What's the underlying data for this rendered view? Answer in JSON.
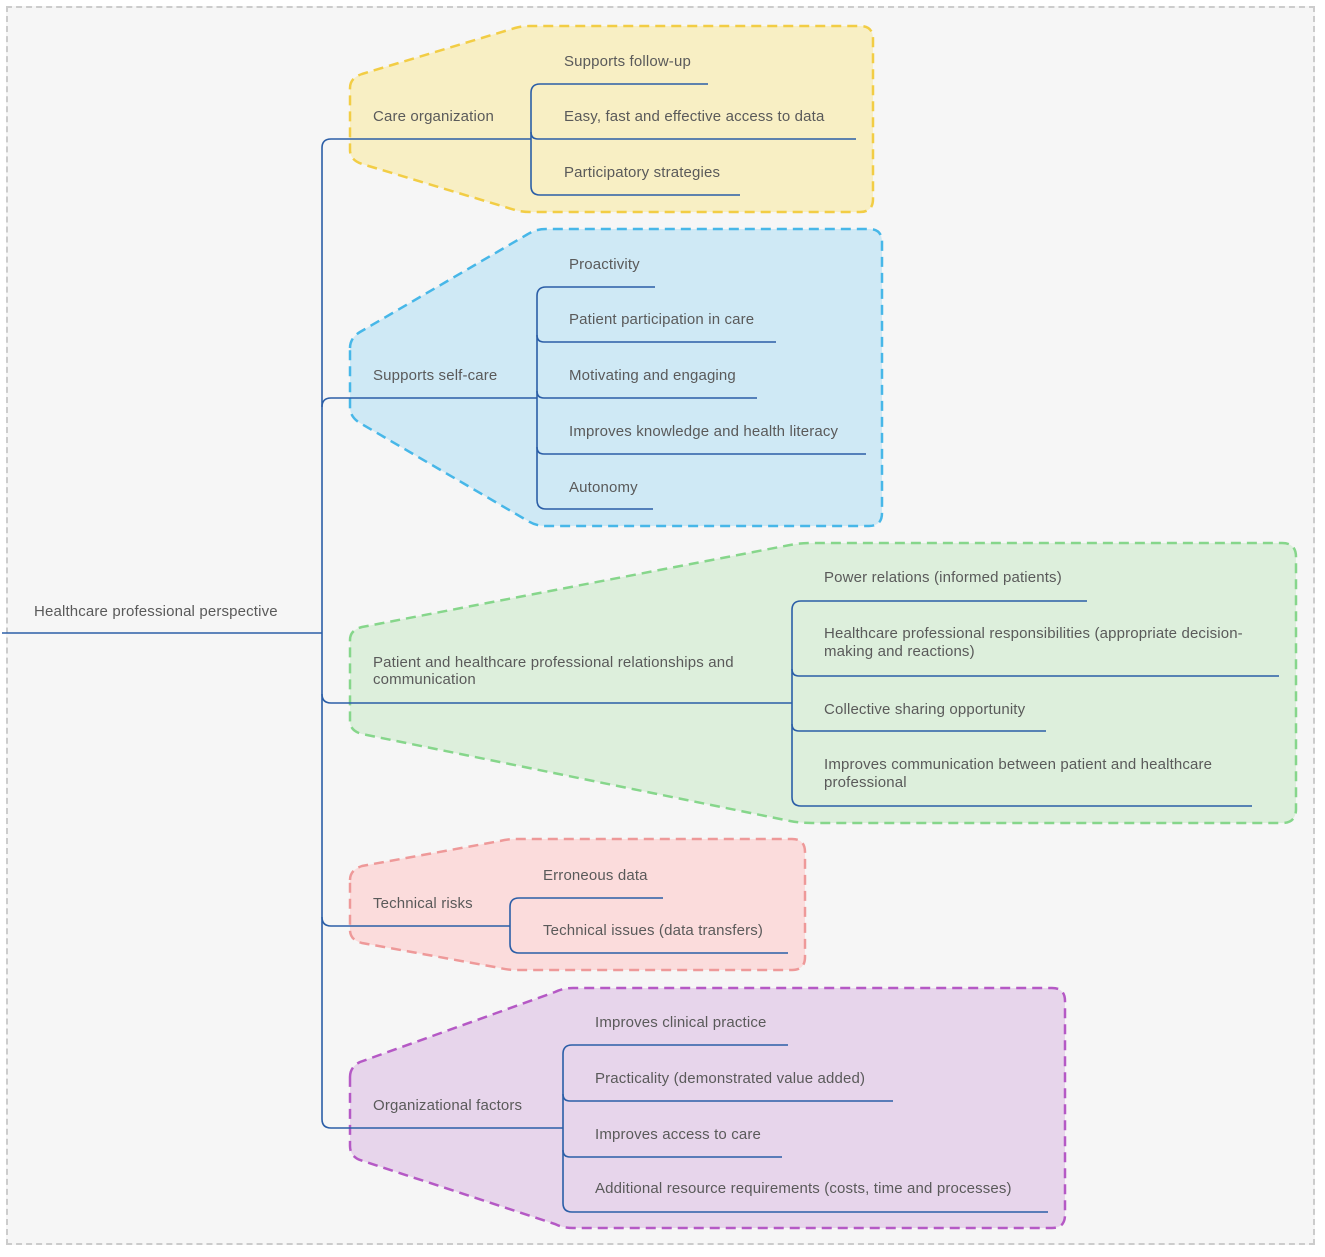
{
  "root": {
    "label": "Healthcare professional perspective"
  },
  "groups": [
    {
      "label": "Care organization",
      "colors": {
        "fill": "#f8efc4",
        "stroke": "#f2cd45"
      },
      "items": [
        "Supports follow-up",
        "Easy, fast and effective access to data",
        "Participatory strategies"
      ]
    },
    {
      "label": "Supports self-care",
      "colors": {
        "fill": "#cfe9f5",
        "stroke": "#47b7e8"
      },
      "items": [
        "Proactivity",
        "Patient participation in care",
        "Motivating and engaging",
        "Improves knowledge and health literacy",
        "Autonomy"
      ]
    },
    {
      "label": "Patient and healthcare professional relationships and communication",
      "colors": {
        "fill": "#ddefdc",
        "stroke": "#86d68b"
      },
      "items": [
        "Power relations (informed patients)",
        "Healthcare professional responsibilities (appropriate decision-making and reactions)",
        "Collective sharing opportunity",
        "Improves communication between patient and healthcare professional"
      ]
    },
    {
      "label": "Technical risks",
      "colors": {
        "fill": "#fbdcdc",
        "stroke": "#ee9999"
      },
      "items": [
        "Erroneous data",
        "Technical issues (data transfers)"
      ]
    },
    {
      "label": "Organizational factors",
      "colors": {
        "fill": "#e7d5eb",
        "stroke": "#b559c5"
      },
      "items": [
        "Improves clinical practice",
        "Practicality (demonstrated value added)",
        "Improves access to care",
        "Additional resource requirements (costs, time and processes)"
      ]
    }
  ],
  "colors": {
    "line": "#2b5ea7",
    "text": "#5a5a5a",
    "frame": "#cccccc",
    "background": "#f6f6f6"
  }
}
